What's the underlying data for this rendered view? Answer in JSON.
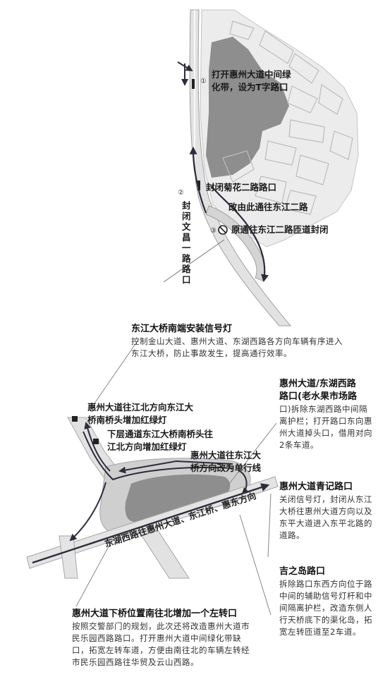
{
  "top_labels": {
    "item1_num": "①",
    "item1_line1": "打开惠州大道中间绿",
    "item1_line2": "化带，设为T字路口",
    "item2_num": "②",
    "item2_text": "封闭菊花二路路口",
    "item2_vertical": "封闭文昌一路路口",
    "reroute_text": "改由此通往东江二路",
    "item3_num": "③",
    "item3_text": "原通往东江二路匝道封闭"
  },
  "blocks": {
    "signal": {
      "title": "东江大桥南端安装信号灯",
      "body": "控制金山大道、惠州大道、东湖西路各方向车辆有序进入东江大桥，防止事故发生，提高通行效率。"
    },
    "donghu": {
      "title_line1": "惠州大道/东湖西路",
      "title_line2": "路口(老水果市场路",
      "body": "口)拆除东湖西路中间隔离护栏；打开路口东向惠州大道掉头口，借用对向2条车道。"
    },
    "qingji": {
      "title": "惠州大道青记路口",
      "body": "关闭信号灯，封闭从东江大桥往惠州大道方向以及东平大道进入东平北路的道路。"
    },
    "jizhidao": {
      "title": "吉之岛路口",
      "body": "拆除路口东西方向位于路中间的辅助信号灯杆和中间隔离护栏，改造东侧人行天桥底下的渠化岛，拓宽左转匝道至2车道。"
    },
    "bottom": {
      "title": "惠州大道下桥位置南往北增加一个左转口",
      "body": "按照交警部门的规划，此次还将改造惠州大道市民乐园西路路口。打开惠州大道中间绿化带缺口，拓宽左转车道，方便由南往北的车辆左转经市民乐园西路往华贸及云山西路。"
    }
  },
  "lower_labels": {
    "label_a_line1": "惠州大道往江北方向东江大",
    "label_a_line2": "桥南桥头增加红绿灯",
    "label_b_line1": "下层通道东江大桥南桥头往",
    "label_b_line2": "江北方向增加红绿灯",
    "label_c_line1": "惠州大道往东江大",
    "label_c_line2": "桥方向改为单行线",
    "road_label": "东湖西路往惠州大道、东江桥、惠东方向"
  },
  "colors": {
    "road_fill": "#e6e6e6",
    "road_edge": "#9a9a9a",
    "block_dark": "#8e8e8e",
    "block_mid": "#b9b9b9",
    "arrow": "#2d2d3a"
  }
}
